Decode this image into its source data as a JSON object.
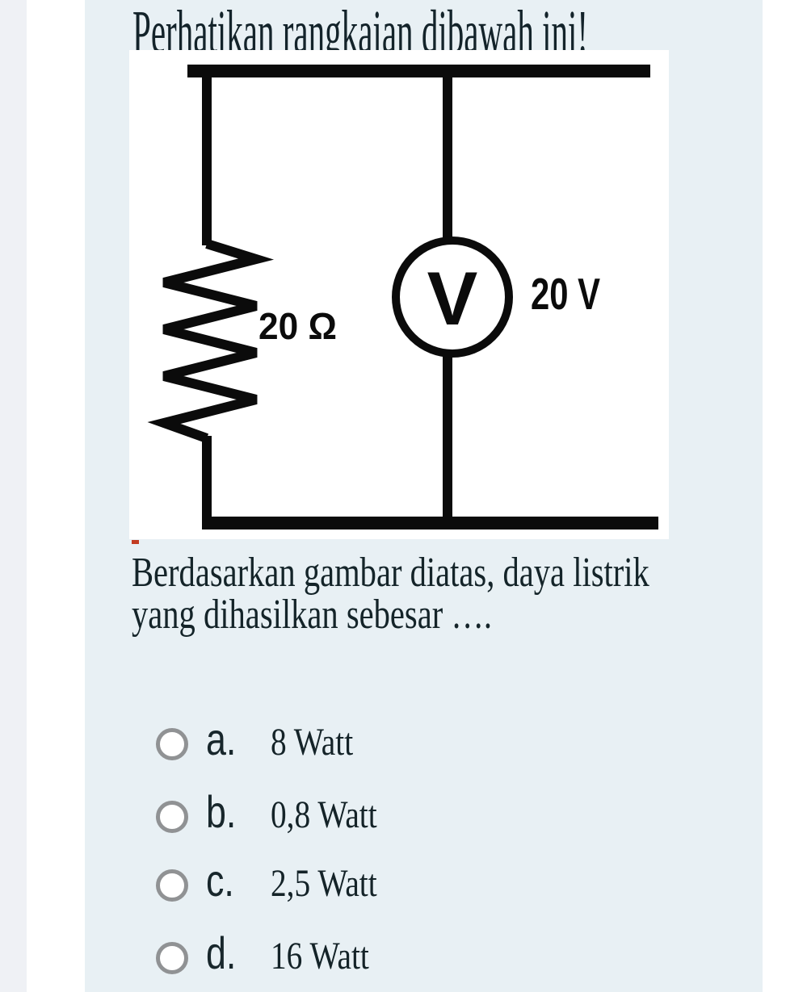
{
  "page": {
    "title": "Perhatikan rangkaian dibawah ini!",
    "question_line1": "Berdasarkan gambar diatas, daya listrik",
    "question_line2": "yang dihasilkan sebesar …."
  },
  "circuit": {
    "resistor_label": "20 Ω",
    "voltmeter_symbol": "V",
    "voltage_label": "20 V"
  },
  "options": [
    {
      "letter": "a.",
      "text": "8 Watt"
    },
    {
      "letter": "b.",
      "text": "0,8 Watt"
    },
    {
      "letter": "c.",
      "text": "2,5 Watt"
    },
    {
      "letter": "d.",
      "text": "16 Watt"
    }
  ],
  "colors": {
    "content_background": "#e8f0f4",
    "side_strip": "#eff1f5",
    "text": "#142429",
    "radio_border": "#909294",
    "circuit_stroke": "#0b0b0b",
    "red_mark": "#c23b22"
  }
}
